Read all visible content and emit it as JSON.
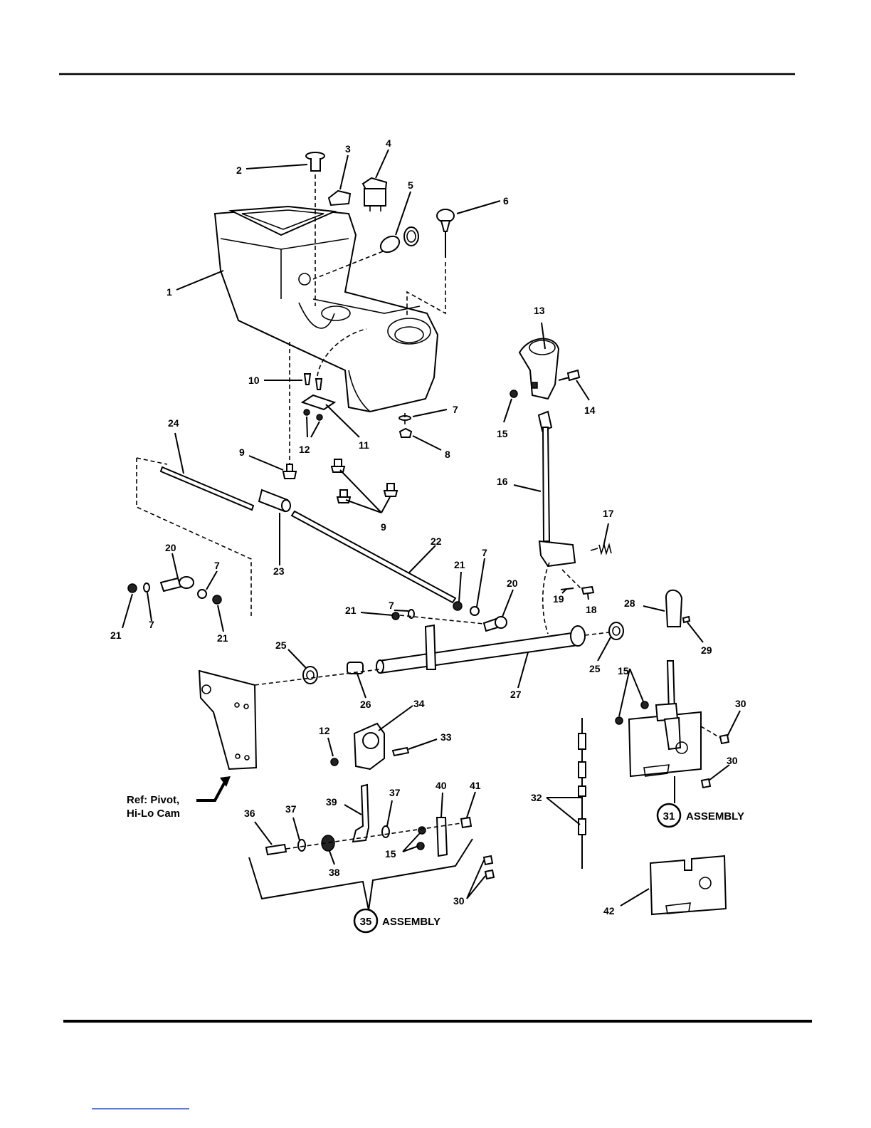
{
  "callouts": [
    {
      "id": "c1",
      "text": "1"
    },
    {
      "id": "c2",
      "text": "2"
    },
    {
      "id": "c3",
      "text": "3"
    },
    {
      "id": "c4",
      "text": "4"
    },
    {
      "id": "c5",
      "text": "5"
    },
    {
      "id": "c6",
      "text": "6"
    },
    {
      "id": "c7a",
      "text": "7"
    },
    {
      "id": "c7b",
      "text": "7"
    },
    {
      "id": "c7c",
      "text": "7"
    },
    {
      "id": "c7d",
      "text": "7"
    },
    {
      "id": "c7e",
      "text": "7"
    },
    {
      "id": "c8",
      "text": "8"
    },
    {
      "id": "c9a",
      "text": "9"
    },
    {
      "id": "c9b",
      "text": "9"
    },
    {
      "id": "c10",
      "text": "10"
    },
    {
      "id": "c11",
      "text": "11"
    },
    {
      "id": "c12a",
      "text": "12"
    },
    {
      "id": "c12b",
      "text": "12"
    },
    {
      "id": "c13",
      "text": "13"
    },
    {
      "id": "c14",
      "text": "14"
    },
    {
      "id": "c15a",
      "text": "15"
    },
    {
      "id": "c15b",
      "text": "15"
    },
    {
      "id": "c15c",
      "text": "15"
    },
    {
      "id": "c16",
      "text": "16"
    },
    {
      "id": "c17",
      "text": "17"
    },
    {
      "id": "c18",
      "text": "18"
    },
    {
      "id": "c19",
      "text": "19"
    },
    {
      "id": "c20a",
      "text": "20"
    },
    {
      "id": "c20b",
      "text": "20"
    },
    {
      "id": "c21a",
      "text": "21"
    },
    {
      "id": "c21b",
      "text": "21"
    },
    {
      "id": "c21c",
      "text": "21"
    },
    {
      "id": "c21d",
      "text": "21"
    },
    {
      "id": "c22",
      "text": "22"
    },
    {
      "id": "c23",
      "text": "23"
    },
    {
      "id": "c24",
      "text": "24"
    },
    {
      "id": "c25a",
      "text": "25"
    },
    {
      "id": "c25b",
      "text": "25"
    },
    {
      "id": "c26",
      "text": "26"
    },
    {
      "id": "c27",
      "text": "27"
    },
    {
      "id": "c28",
      "text": "28"
    },
    {
      "id": "c29",
      "text": "29"
    },
    {
      "id": "c30a",
      "text": "30"
    },
    {
      "id": "c30b",
      "text": "30"
    },
    {
      "id": "c30c",
      "text": "30"
    },
    {
      "id": "c32",
      "text": "32"
    },
    {
      "id": "c33",
      "text": "33"
    },
    {
      "id": "c34",
      "text": "34"
    },
    {
      "id": "c36",
      "text": "36"
    },
    {
      "id": "c37a",
      "text": "37"
    },
    {
      "id": "c37b",
      "text": "37"
    },
    {
      "id": "c38",
      "text": "38"
    },
    {
      "id": "c39",
      "text": "39"
    },
    {
      "id": "c40",
      "text": "40"
    },
    {
      "id": "c41",
      "text": "41"
    },
    {
      "id": "c42",
      "text": "42"
    }
  ],
  "assemblies": {
    "a31": {
      "number": "31",
      "label": "ASSEMBLY"
    },
    "a35": {
      "number": "35",
      "label": "ASSEMBLY"
    }
  },
  "reference": {
    "line1": "Ref: Pivot,",
    "line2": "Hi-Lo Cam"
  }
}
